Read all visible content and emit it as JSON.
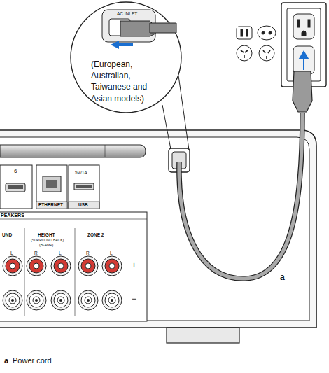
{
  "diagram": {
    "labels": [
      "AC INLET",
      "(European, Australian, Taiwanese and Asian models)",
      "6",
      "ETHERNET",
      "5V/1A",
      "USB",
      "PEAKERS",
      "UND",
      "L",
      "HEIGHT",
      "(SURROUND BACK)",
      "(Bi-AMP)",
      "R",
      "L",
      "ZONE 2",
      "R",
      "L",
      "+",
      "−",
      "a",
      "a",
      "Power cord"
    ]
  }
}
